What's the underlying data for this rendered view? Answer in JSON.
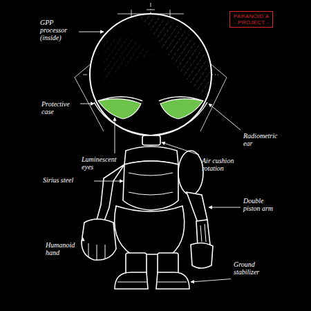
{
  "diagram": {
    "nodes": [
      {
        "text": [
          "PARANOID A",
          "- PROJECT -"
        ]
      }
    ],
    "edges": [],
    "labels": [
      "GPP processor (inside)",
      "Protective case",
      "Luminescent eyes",
      "Sirius steel",
      "Humanoid hand",
      "Radiometric ear",
      "Air cushion rotation",
      "Double piston arm",
      "Ground stabilizer"
    ]
  }
}
